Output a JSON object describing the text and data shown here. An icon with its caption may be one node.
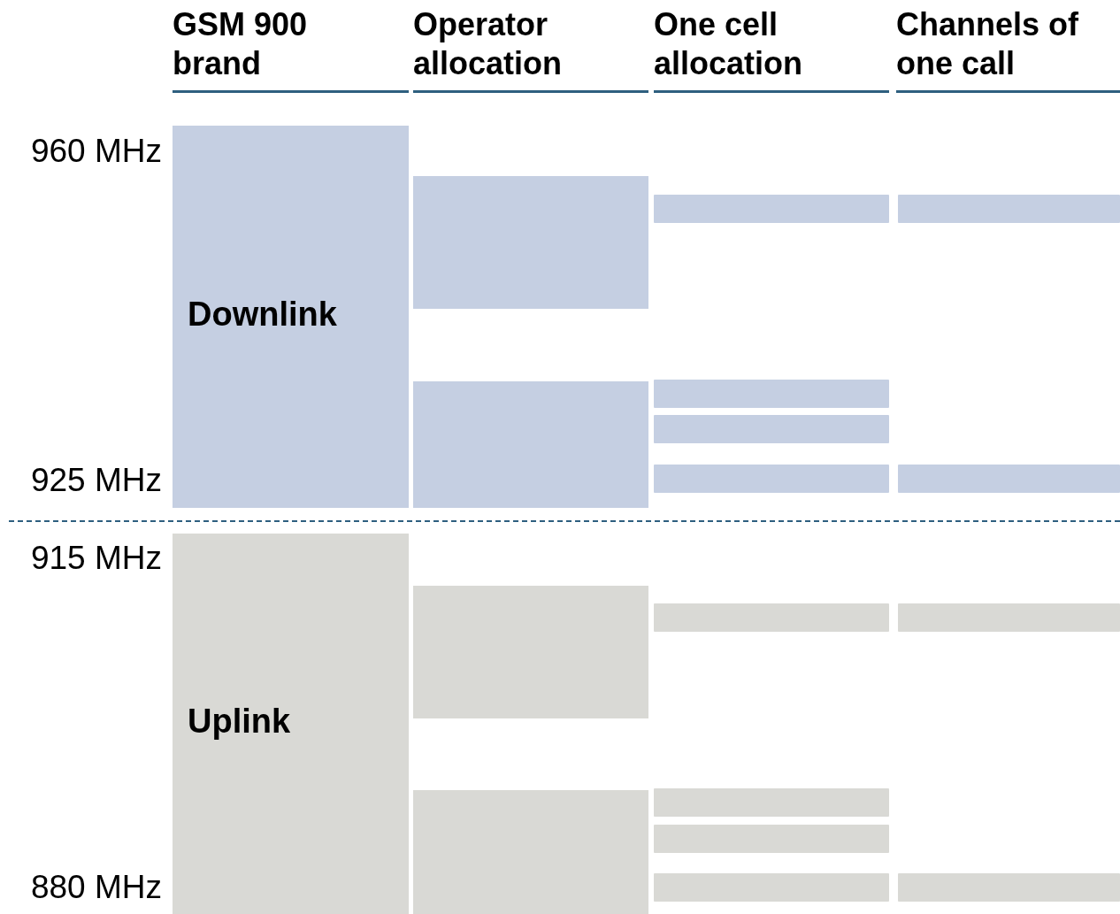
{
  "diagram": {
    "nodes": [
      {
        "text": [
          "Downlink"
        ]
      },
      {
        "text": [],
        "shape": "box"
      },
      {
        "text": [],
        "shape": "box"
      },
      {
        "text": [],
        "shape": "bar"
      },
      {
        "text": [],
        "shape": "bar"
      },
      {
        "text": [],
        "shape": "bar"
      },
      {
        "text": [],
        "shape": "bar"
      },
      {
        "text": [],
        "shape": "bar"
      },
      {
        "text": [],
        "shape": "bar"
      },
      {
        "text": [
          "Uplink"
        ]
      },
      {
        "text": [],
        "shape": "box"
      },
      {
        "text": [],
        "shape": "box"
      },
      {
        "text": [],
        "shape": "bar"
      },
      {
        "text": [],
        "shape": "bar"
      },
      {
        "text": [],
        "shape": "bar"
      },
      {
        "text": [],
        "shape": "bar"
      },
      {
        "text": [],
        "shape": "bar"
      },
      {
        "text": [],
        "shape": "bar"
      }
    ],
    "edges": [],
    "labels": [
      "GSM 900 brand",
      "Operator allocation",
      "One cell allocation",
      "Channels of one call",
      "960 MHz",
      "925 MHz",
      "915 MHz",
      "880 MHz"
    ]
  }
}
